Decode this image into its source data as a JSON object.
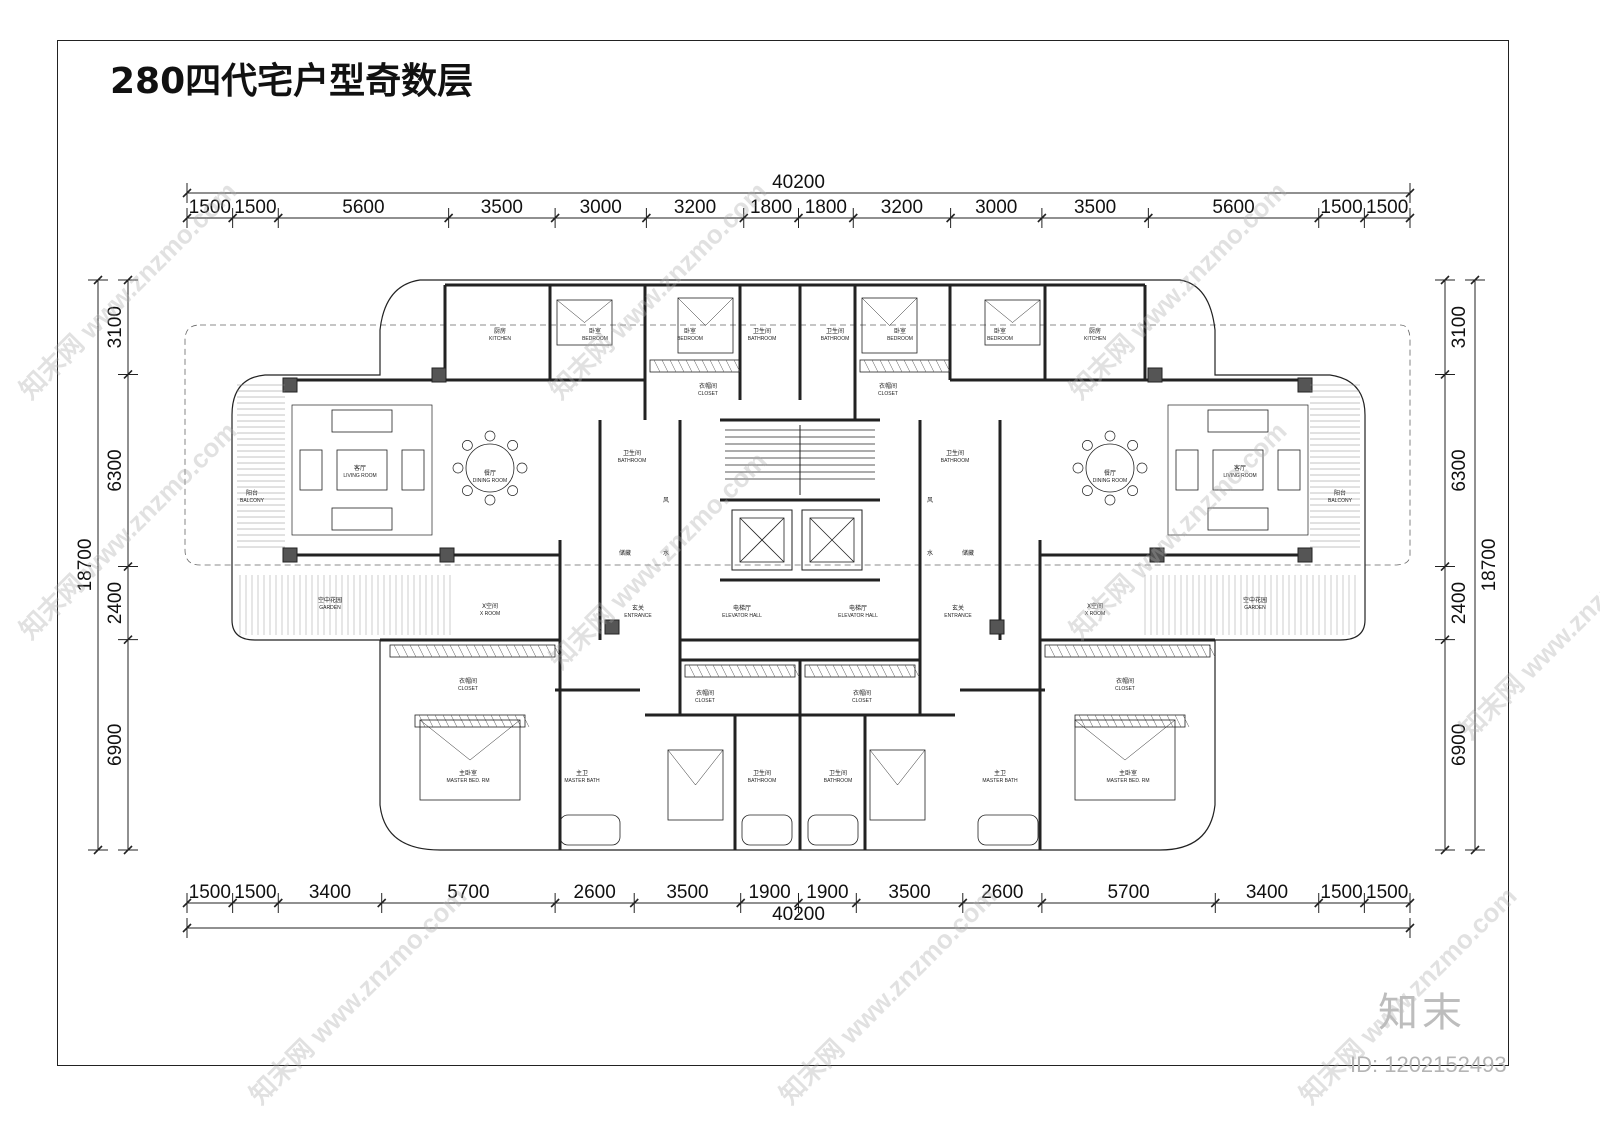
{
  "title": "280四代宅户型奇数层",
  "top_dims": {
    "total": "40200",
    "segments": [
      "1500",
      "1500",
      "5600",
      "3500",
      "3000",
      "3200",
      "1800",
      "1800",
      "3200",
      "3000",
      "3500",
      "5600",
      "1500",
      "1500"
    ]
  },
  "bottom_dims": {
    "total": "40200",
    "segments": [
      "1500",
      "1500",
      "3400",
      "5700",
      "2600",
      "3500",
      "1900",
      "1900",
      "3500",
      "2600",
      "5700",
      "3400",
      "1500",
      "1500"
    ]
  },
  "left_dims": {
    "total": "18700",
    "segments": [
      "3100",
      "6300",
      "2400",
      "6900"
    ]
  },
  "right_dims": {
    "total": "18700",
    "segments": [
      "3100",
      "6300",
      "2400",
      "6900"
    ]
  },
  "rooms": [
    {
      "zh": "厨房",
      "en": "KITCHEN"
    },
    {
      "zh": "卧室",
      "en": "BEDROOM"
    },
    {
      "zh": "卫生间",
      "en": "BATHROOM"
    },
    {
      "zh": "衣帽间",
      "en": "CLOSET"
    },
    {
      "zh": "客厅",
      "en": "LIVING ROOM"
    },
    {
      "zh": "餐厅",
      "en": "DINING ROOM"
    },
    {
      "zh": "阳台",
      "en": "BALCONY"
    },
    {
      "zh": "空中花园",
      "en": "GARDEN"
    },
    {
      "zh": "X空间",
      "en": "X ROOM"
    },
    {
      "zh": "玄关",
      "en": "ENTRANCE"
    },
    {
      "zh": "电梯厅",
      "en": "ELEVATOR HALL"
    },
    {
      "zh": "主卧室",
      "en": "MASTER BED. RM"
    },
    {
      "zh": "主卫",
      "en": "MASTER BATH"
    },
    {
      "zh": "储藏",
      "en": ""
    },
    {
      "zh": "风",
      "en": ""
    },
    {
      "zh": "水",
      "en": ""
    }
  ],
  "watermark": "www.znzmo.com",
  "watermark_cn": "知末网",
  "brand": "知末",
  "id_label": "ID: 1202152493"
}
